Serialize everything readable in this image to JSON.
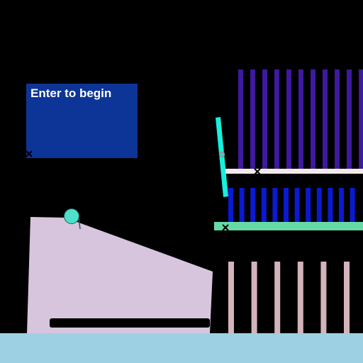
{
  "start_panel": {
    "label": "Enter to begin"
  },
  "colors": {
    "background": "#000000",
    "floor": "#9ed0e3",
    "start_panel": "#0d3597",
    "ramp": "#d7c5de",
    "ramp_slot": "#000000",
    "ball": "#4fe0c9",
    "ball_outline": "#1d5c57",
    "lever": "#17f0dc",
    "pivot": "#8c8c8c",
    "purple_bars": "#3d1a9e",
    "white_shelf": "#f3e9ec",
    "blue_bars": "#0a1acf",
    "green_shelf": "#66d9a6",
    "pink_posts": "#d3b4bb",
    "marker": "#000000"
  },
  "icons": {
    "anchor_markers": "cross-marker-icon",
    "pivot": "pivot-icon"
  },
  "counts": {
    "purple_bars": 11,
    "blue_bars": 12,
    "pink_posts": 6
  }
}
